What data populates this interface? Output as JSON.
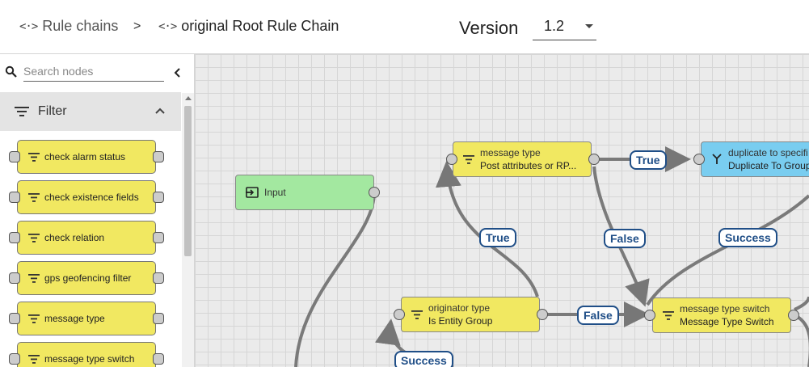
{
  "breadcrumb": {
    "root_icon": "<·>",
    "root_label": "Rule chains",
    "separator": ">",
    "chain_icon": "<·>",
    "chain_label": "original Root Rule Chain"
  },
  "version": {
    "label": "Version",
    "selected": "1.2"
  },
  "sidebar": {
    "search_placeholder": "Search nodes",
    "search_value": "",
    "section_title": "Filter",
    "items": [
      {
        "label": "check alarm status"
      },
      {
        "label": "check existence fields"
      },
      {
        "label": "check relation"
      },
      {
        "label": "gps geofencing filter"
      },
      {
        "label": "message type"
      },
      {
        "label": "message type switch"
      }
    ]
  },
  "canvas": {
    "nodes": {
      "input": {
        "type": "Input"
      },
      "msg_type": {
        "type": "message type",
        "name": "Post attributes or RP..."
      },
      "duplicate": {
        "type": "duplicate to specifi",
        "name": "Duplicate To Group"
      },
      "originator": {
        "type": "originator type",
        "name": "Is Entity Group"
      },
      "switch": {
        "type": "message type switch",
        "name": "Message Type Switch"
      }
    },
    "edge_labels": {
      "true_top": "True",
      "true_mid": "True",
      "false_right": "False",
      "false_bottom": "False",
      "success_right": "Success",
      "success_bottom": "Success"
    }
  },
  "colors": {
    "filter_node": "#f1e861",
    "input_node": "#a3e8a0",
    "action_node": "#79cdf0",
    "edge_label": "#1f4e87"
  }
}
